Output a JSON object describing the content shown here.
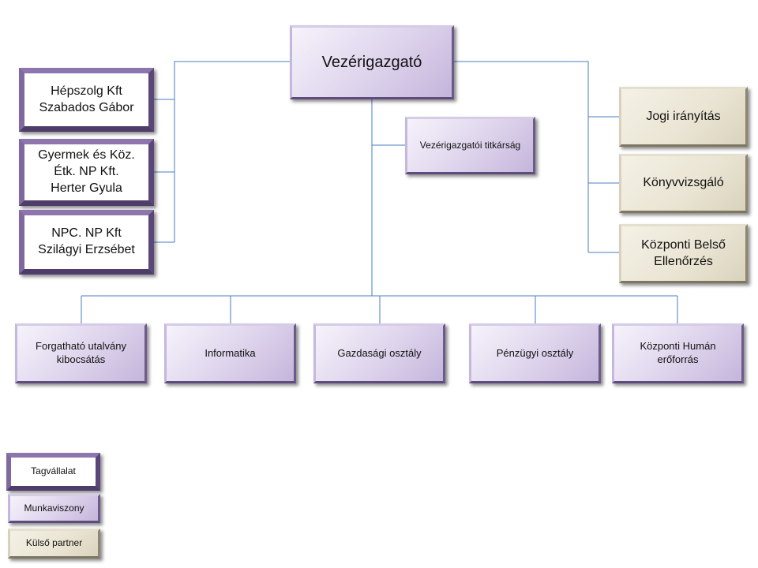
{
  "colors": {
    "connector": "#4a7cc0",
    "employment_purple": "#c4b5db",
    "subsidiary_frame": "#6f5990",
    "external_beige": "#e9e4d2"
  },
  "ceo": {
    "label": "Vezérigazgató"
  },
  "secretariat": {
    "label": "Vezérigazgatói titkárság"
  },
  "subsidiaries": [
    {
      "label": "Hépszolg Kft\nSzabados Gábor"
    },
    {
      "label": "Gyermek és Köz.\nÉtk. NP Kft.\nHerter Gyula"
    },
    {
      "label": "NPC. NP Kft\nSzilágyi Erzsébet"
    }
  ],
  "external_partners": [
    {
      "label": "Jogi irányítás"
    },
    {
      "label": "Könyvvizsgáló"
    },
    {
      "label": "Központi Belső\nEllenőrzés"
    }
  ],
  "departments": [
    {
      "label": "Forgatható utalvány\nkibocsátás"
    },
    {
      "label": "Informatika"
    },
    {
      "label": "Gazdasági osztály"
    },
    {
      "label": "Pénzügyi osztály"
    },
    {
      "label": "Központi Humán\nerőforrás"
    }
  ],
  "legend": {
    "subsidiary": "Tagvállalat",
    "employment": "Munkaviszony",
    "external": "Külső partner"
  }
}
